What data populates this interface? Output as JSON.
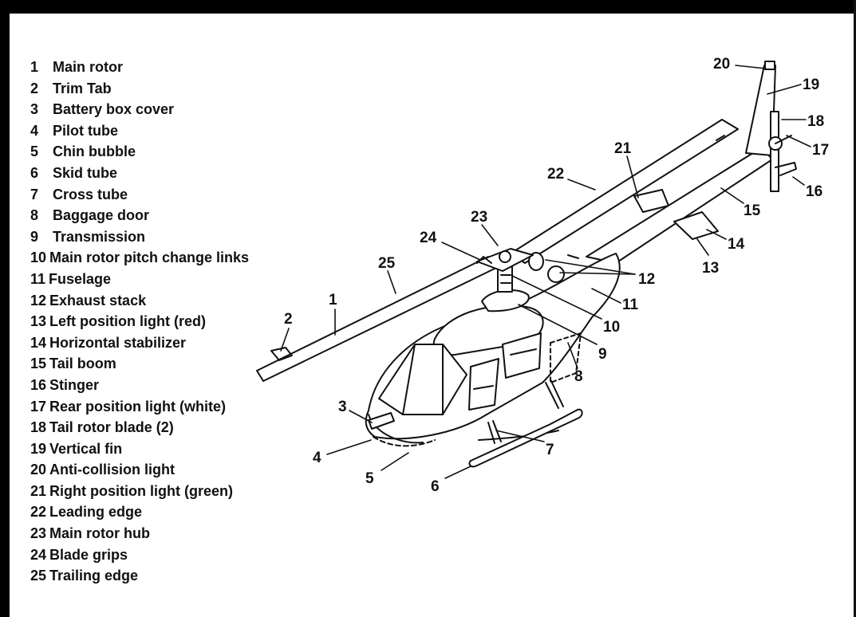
{
  "legend": [
    {
      "number": "1",
      "label": "Main rotor"
    },
    {
      "number": "2",
      "label": "Trim Tab"
    },
    {
      "number": "3",
      "label": "Battery box cover"
    },
    {
      "number": "4",
      "label": "Pilot tube"
    },
    {
      "number": "5",
      "label": "Chin bubble"
    },
    {
      "number": "6",
      "label": "Skid tube"
    },
    {
      "number": "7",
      "label": "Cross tube"
    },
    {
      "number": "8",
      "label": "Baggage door"
    },
    {
      "number": "9",
      "label": "Transmission"
    },
    {
      "number": "10",
      "label": "Main rotor pitch change links"
    },
    {
      "number": "11",
      "label": "Fuselage"
    },
    {
      "number": "12",
      "label": "Exhaust stack"
    },
    {
      "number": "13",
      "label": "Left position light (red)"
    },
    {
      "number": "14",
      "label": "Horizontal stabilizer"
    },
    {
      "number": "15",
      "label": "Tail boom"
    },
    {
      "number": "16",
      "label": "Stinger"
    },
    {
      "number": "17",
      "label": "Rear position light (white)"
    },
    {
      "number": "18",
      "label": "Tail rotor blade (2)"
    },
    {
      "number": "19",
      "label": "Vertical fin"
    },
    {
      "number": "20",
      "label": "Anti-collision light"
    },
    {
      "number": "21",
      "label": "Right position light (green)"
    },
    {
      "number": "22",
      "label": "Leading edge"
    },
    {
      "number": "23",
      "label": "Main rotor hub"
    },
    {
      "number": "24",
      "label": "Blade grips"
    },
    {
      "number": "25",
      "label": "Trailing edge"
    }
  ],
  "callouts": [
    "1",
    "2",
    "3",
    "4",
    "5",
    "6",
    "7",
    "8",
    "9",
    "10",
    "11",
    "12",
    "13",
    "14",
    "15",
    "16",
    "17",
    "18",
    "19",
    "20",
    "21",
    "22",
    "23",
    "24",
    "25"
  ],
  "colors": {
    "frame": "#000000",
    "ink": "#111111",
    "background": "#ffffff"
  }
}
